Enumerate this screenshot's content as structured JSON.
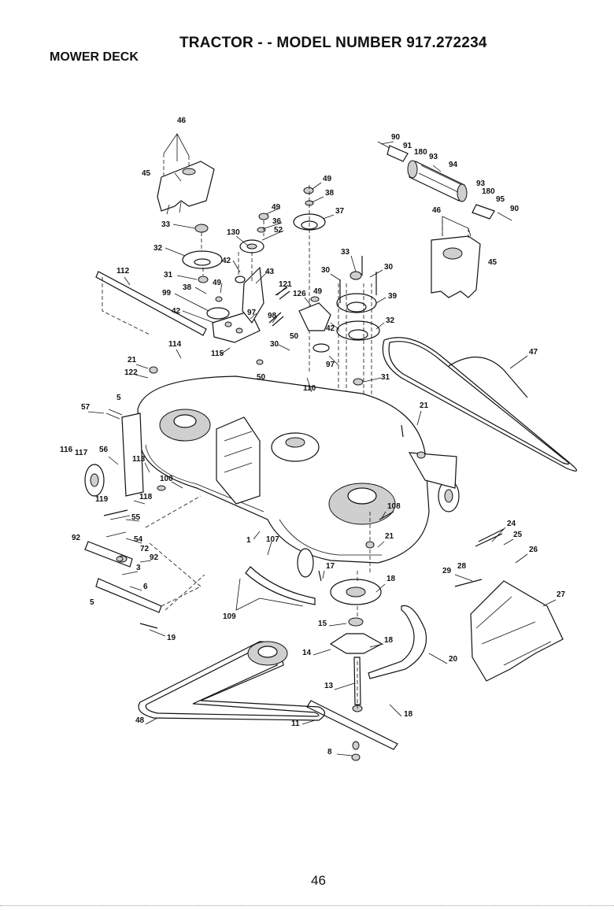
{
  "header": {
    "title": "TRACTOR - - MODEL NUMBER 917.272234",
    "section": "MOWER DECK"
  },
  "footer": {
    "page_number": "46"
  },
  "diagram": {
    "callouts": [
      "46",
      "45",
      "33",
      "32",
      "31",
      "38",
      "99",
      "42",
      "130",
      "42",
      "49",
      "43",
      "49",
      "36",
      "52",
      "112",
      "114",
      "115",
      "121",
      "98",
      "97",
      "30",
      "50",
      "49",
      "38",
      "37",
      "126",
      "49",
      "42",
      "30",
      "33",
      "30",
      "39",
      "32",
      "50",
      "97",
      "31",
      "110",
      "90",
      "91",
      "180",
      "93",
      "94",
      "93",
      "180",
      "95",
      "90",
      "46",
      "45",
      "47",
      "21",
      "122",
      "5",
      "57",
      "116",
      "117",
      "56",
      "113",
      "100",
      "119",
      "118",
      "55",
      "92",
      "54",
      "72",
      "92",
      "3",
      "6",
      "5",
      "19",
      "1",
      "107",
      "109",
      "17",
      "18",
      "15",
      "14",
      "13",
      "11",
      "8",
      "108",
      "21",
      "21",
      "24",
      "25",
      "26",
      "28",
      "29",
      "27",
      "18",
      "18",
      "20",
      "48"
    ]
  }
}
